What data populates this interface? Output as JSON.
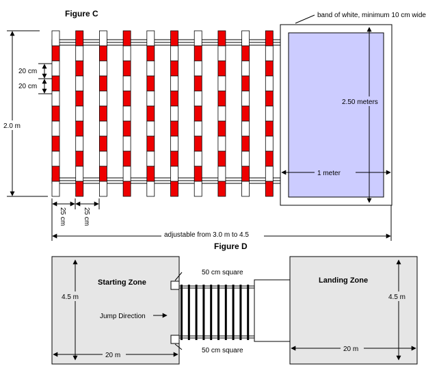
{
  "figure_c": {
    "title": "Figure C",
    "band_note": "band of white, minimum 10 cm wide",
    "height_label": "2.50 meters",
    "width_label": "1 meter",
    "frame_height_label": "2.0 m",
    "segment_label_1": "20 cm",
    "segment_label_2": "20 cm",
    "bar_width_label_1": "25 cm",
    "bar_width_label_2": "25 cm",
    "adjustable_label": "adjustable from 3.0 m to 4.5",
    "bar_count": 10
  },
  "figure_d": {
    "title": "Figure D",
    "starting_zone": {
      "label": "Starting Zone",
      "height_label": "4.5 m",
      "width_label": "20 m",
      "direction_label": "Jump Direction"
    },
    "landing_zone": {
      "label": "Landing Zone",
      "height_label": "4.5 m",
      "width_label": "20 m"
    },
    "square_label_top": "50 cm square",
    "square_label_bottom": "50 cm square",
    "bar_count": 10
  },
  "colors": {
    "red": "#ee0000",
    "mat_blue": "#ccccff",
    "zone_gray": "#e6e6e6",
    "outline": "#000000"
  }
}
